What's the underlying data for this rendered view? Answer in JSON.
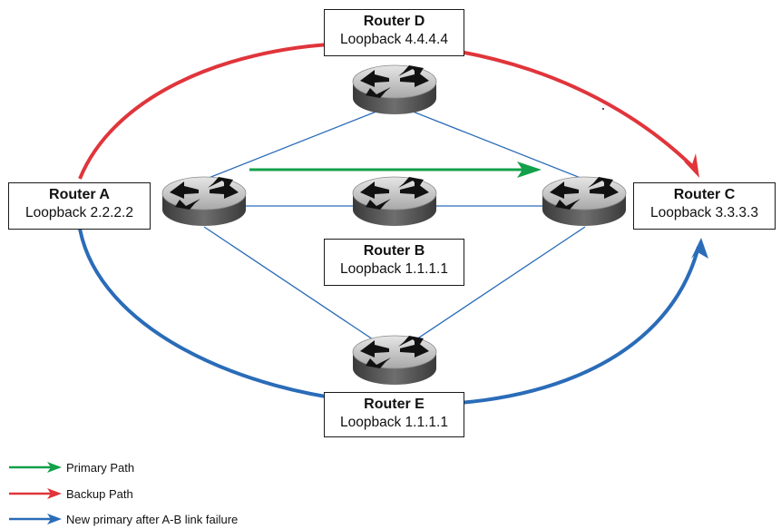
{
  "routers": {
    "a": {
      "name": "Router A",
      "loopback": "Loopback 2.2.2.2"
    },
    "b": {
      "name": "Router B",
      "loopback": "Loopback 1.1.1.1"
    },
    "c": {
      "name": "Router C",
      "loopback": "Loopback 3.3.3.3"
    },
    "d": {
      "name": "Router D",
      "loopback": "Loopback 4.4.4.4"
    },
    "e": {
      "name": "Router E",
      "loopback": "Loopback 1.1.1.1"
    }
  },
  "legend": {
    "primary": "Primary Path",
    "backup": "Backup Path",
    "new_primary": "New primary after A-B link failure"
  },
  "colors": {
    "primary": "#12a04a",
    "backup": "#e0353b",
    "new_primary": "#2a6cb8",
    "link": "#2a6cb8"
  },
  "icons": {
    "router": "router-icon"
  }
}
